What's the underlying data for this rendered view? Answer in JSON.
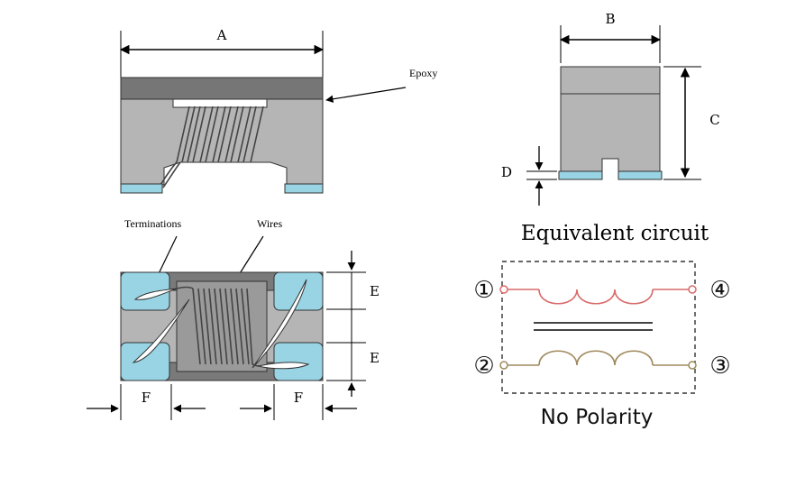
{
  "dimension_labels": {
    "a": "A",
    "b": "B",
    "c": "C",
    "d": "D",
    "e_top": "E",
    "e_bottom": "E",
    "f_left": "F",
    "f_right": "F"
  },
  "callouts": {
    "epoxy": "Epoxy",
    "terminations": "Terminations",
    "wires": "Wires"
  },
  "circuit": {
    "title": "Equivalent circuit",
    "pins": [
      "①",
      "②",
      "③",
      "④"
    ],
    "footer": "No Polarity"
  },
  "colors": {
    "epoxy_top": "#767676",
    "body_gray": "#b5b5b5",
    "terminal_blue": "#98d4e4",
    "coil_top": "#d96a6a",
    "coil_bottom": "#a08a5e",
    "dashed_box": "#333333"
  }
}
